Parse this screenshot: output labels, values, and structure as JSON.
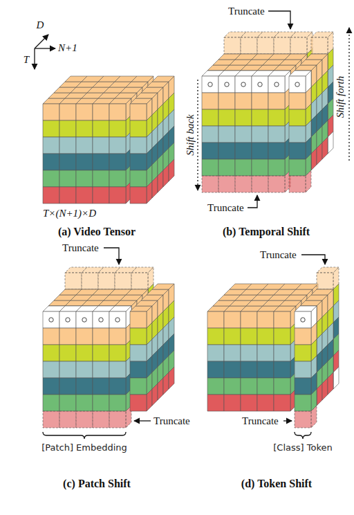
{
  "diagram": {
    "labels": [
      "D",
      "N+1",
      "T",
      "T×(N+1)×D",
      "(a) Video Tensor",
      "Truncate",
      "Shift forth",
      "Shift back",
      "Truncate",
      "(b) Temporal Shift",
      "Truncate",
      "Truncate",
      "[Patch] Embedding",
      "(c) Patch Shift",
      "Truncate",
      "Truncate",
      "[Class] Token",
      "(d) Token Shift"
    ]
  }
}
